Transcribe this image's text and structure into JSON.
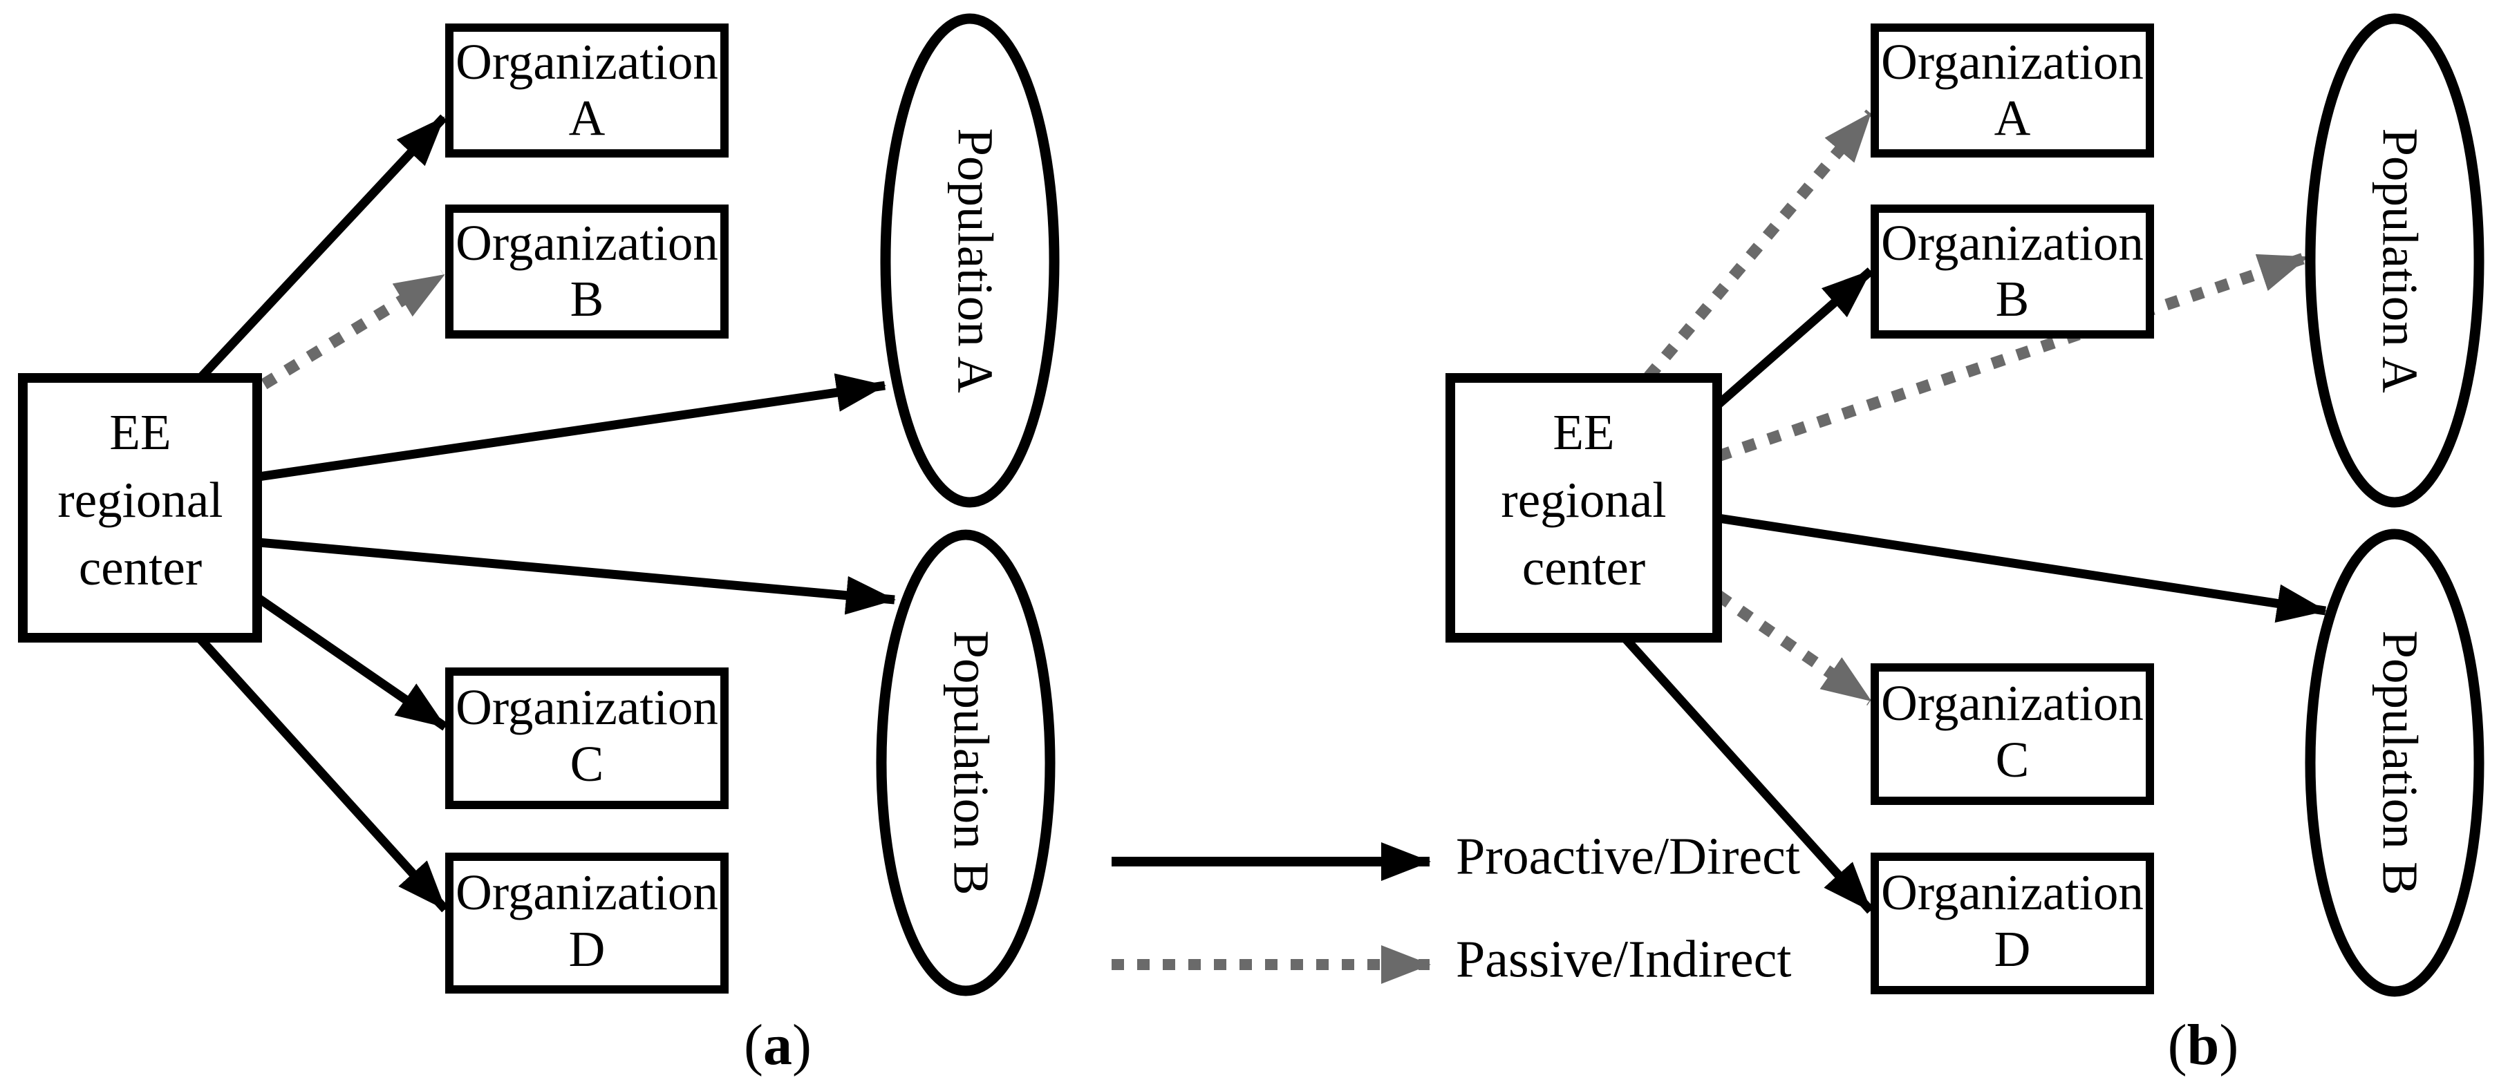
{
  "colors": {
    "proactive_direct_arrow": "#000000",
    "passive_indirect_arrow": "#6a6a6a",
    "node_stroke": "#000000",
    "background": "#ffffff"
  },
  "legend": {
    "items": [
      {
        "label": "Proactive/Direct",
        "line_style": "solid",
        "color": "#000000"
      },
      {
        "label": "Passive/Indirect",
        "line_style": "dashed",
        "color": "#6a6a6a"
      }
    ]
  },
  "panels": [
    {
      "paren_open": "(",
      "label_letter": "a",
      "paren_close": ")",
      "center_node": {
        "line1": "EE",
        "line2": "regional",
        "line3": "center"
      },
      "org_nodes": [
        {
          "line1": "Organization",
          "line2": "A"
        },
        {
          "line1": "Organization",
          "line2": "B"
        },
        {
          "line1": "Organization",
          "line2": "C"
        },
        {
          "line1": "Organization",
          "line2": "D"
        }
      ],
      "population_nodes": [
        {
          "label": "Population A"
        },
        {
          "label": "Population B"
        }
      ],
      "connections": [
        {
          "from": "EE regional center",
          "to": "Organization A",
          "type": "Proactive/Direct"
        },
        {
          "from": "EE regional center",
          "to": "Organization B",
          "type": "Passive/Indirect"
        },
        {
          "from": "EE regional center",
          "to": "Population A",
          "type": "Proactive/Direct"
        },
        {
          "from": "EE regional center",
          "to": "Population B",
          "type": "Proactive/Direct"
        },
        {
          "from": "EE regional center",
          "to": "Organization C",
          "type": "Proactive/Direct"
        },
        {
          "from": "EE regional center",
          "to": "Organization D",
          "type": "Proactive/Direct"
        }
      ]
    },
    {
      "paren_open": "(",
      "label_letter": "b",
      "paren_close": ")",
      "center_node": {
        "line1": "EE",
        "line2": "regional",
        "line3": "center"
      },
      "org_nodes": [
        {
          "line1": "Organization",
          "line2": "A"
        },
        {
          "line1": "Organization",
          "line2": "B"
        },
        {
          "line1": "Organization",
          "line2": "C"
        },
        {
          "line1": "Organization",
          "line2": "D"
        }
      ],
      "population_nodes": [
        {
          "label": "Population A"
        },
        {
          "label": "Population B"
        }
      ],
      "connections": [
        {
          "from": "EE regional center",
          "to": "Organization A",
          "type": "Passive/Indirect"
        },
        {
          "from": "EE regional center",
          "to": "Organization B",
          "type": "Proactive/Direct"
        },
        {
          "from": "EE regional center",
          "to": "Population A",
          "type": "Passive/Indirect"
        },
        {
          "from": "EE regional center",
          "to": "Population B",
          "type": "Proactive/Direct"
        },
        {
          "from": "EE regional center",
          "to": "Organization C",
          "type": "Passive/Indirect"
        },
        {
          "from": "EE regional center",
          "to": "Organization D",
          "type": "Proactive/Direct"
        }
      ]
    }
  ]
}
